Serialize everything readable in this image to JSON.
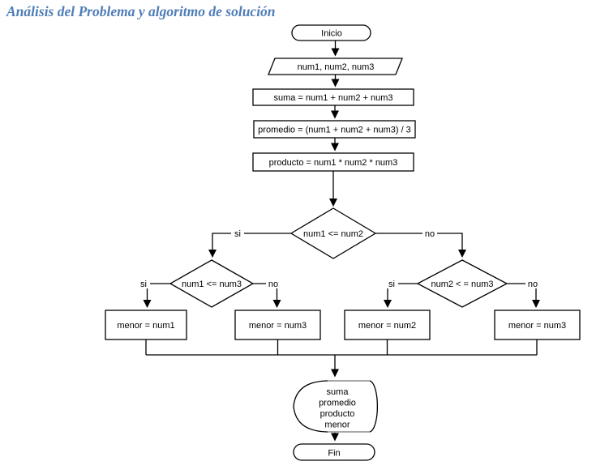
{
  "title": "Análisis del Problema y algoritmo de solución",
  "colors": {
    "title_text": "#4f7db8",
    "shape_stroke": "#000000",
    "shape_fill": "#ffffff",
    "display_flat_edge": "#a8a8a8"
  },
  "flowchart": {
    "start": "Inicio",
    "input": "num1, num2, num3",
    "process_suma": "suma = num1 + num2 + num3",
    "process_promedio": "promedio = (num1 + num2 + num3) / 3",
    "process_producto": "producto = num1 * num2 * num3",
    "decision_main": "num1 <= num2",
    "decision_left": "num1 <= num3",
    "decision_right": "num2 < = num3",
    "result_left_si": "menor = num1",
    "result_left_no": "menor = num3",
    "result_right_si": "menor = num2",
    "result_right_no": "menor = num3",
    "output_lines": [
      "suma",
      "promedio",
      "producto",
      "menor"
    ],
    "end": "Fin",
    "branch_labels": {
      "main_si": "si",
      "main_no": "no",
      "left_si": "si",
      "left_no": "no",
      "right_si": "si",
      "right_no": "no"
    }
  }
}
